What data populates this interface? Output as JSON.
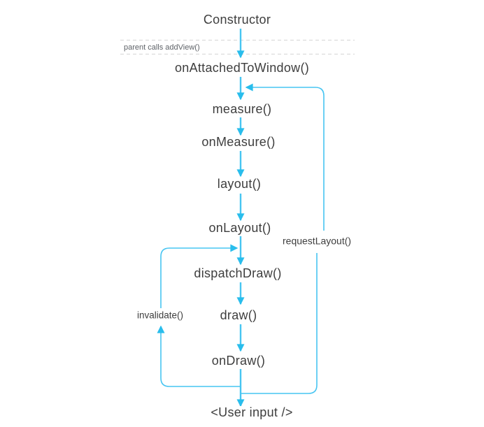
{
  "diagram": {
    "description": "Android View lifecycle flow diagram",
    "nodes": {
      "constructor": "Constructor",
      "on_attached_to_window": "onAttachedToWindow()",
      "measure": "measure()",
      "on_measure": "onMeasure()",
      "layout": "layout()",
      "on_layout": "onLayout()",
      "dispatch_draw": "dispatchDraw()",
      "draw": "draw()",
      "on_draw": "onDraw()",
      "user_input": "<User input />"
    },
    "annotations": {
      "parent_calls": "parent calls addView()",
      "request_layout": "requestLayout()",
      "invalidate": "invalidate()"
    },
    "edges": [
      {
        "from": "constructor",
        "to": "on_attached_to_window"
      },
      {
        "from": "on_attached_to_window",
        "to": "measure"
      },
      {
        "from": "measure",
        "to": "on_measure"
      },
      {
        "from": "on_measure",
        "to": "layout"
      },
      {
        "from": "layout",
        "to": "on_layout"
      },
      {
        "from": "on_layout",
        "to": "dispatch_draw"
      },
      {
        "from": "dispatch_draw",
        "to": "draw"
      },
      {
        "from": "draw",
        "to": "on_draw"
      },
      {
        "from": "on_draw",
        "to": "user_input"
      },
      {
        "from": "user_input",
        "to": "on_attached_to_window",
        "via": "requestLayout()",
        "side": "right-loop"
      },
      {
        "from": "user_input",
        "to": "dispatch_draw",
        "via": "invalidate()",
        "side": "left-loop"
      }
    ],
    "colors": {
      "background": "#ffffff",
      "arrow_line": "#47c5f2",
      "arrowhead": "#29bdec",
      "node_text": "#3e3e3e",
      "muted_text": "#5f6368",
      "dashed_line": "#dcdcdc"
    }
  }
}
